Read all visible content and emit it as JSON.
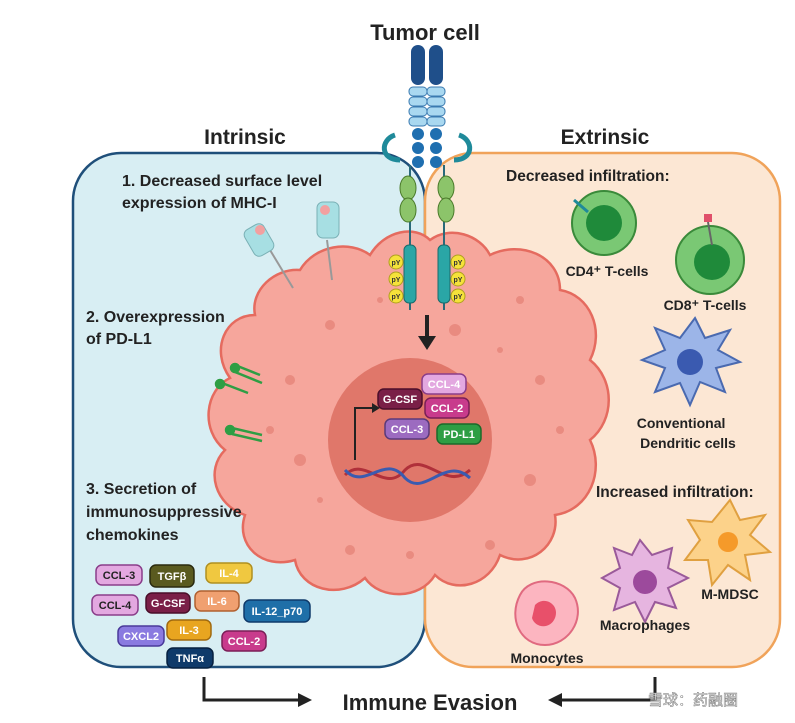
{
  "title": "Tumor cell",
  "intrinsic": {
    "header": "Intrinsic",
    "point1": [
      "1. Decreased surface level",
      "expression of MHC-I"
    ],
    "point2": [
      "2. Overexpression",
      "of PD-L1"
    ],
    "point3": [
      "3. Secretion of",
      "immunosuppressive",
      "chemokines"
    ],
    "chips": [
      "CCL-3",
      "TGFβ",
      "IL-4",
      "CCL-4",
      "G-CSF",
      "IL-6",
      "IL-12_p70",
      "CXCL2",
      "IL-3",
      "CCL-2",
      "TNFα"
    ]
  },
  "extrinsic": {
    "header": "Extrinsic",
    "decreased": "Decreased infiltration:",
    "increased": "Increased infiltration:",
    "cells": {
      "cd4": "CD4⁺ T-cells",
      "cd8": "CD8⁺ T-cells",
      "dc": [
        "Conventional",
        "Dendritic cells"
      ],
      "mmdsc": "M-MDSC",
      "macrophages": "Macrophages",
      "monocytes": "Monocytes"
    }
  },
  "nucleus": {
    "chips": [
      "CCL-4",
      "G-CSF",
      "CCL-2",
      "CCL-3",
      "PD-L1"
    ]
  },
  "phospho": "pY",
  "footer": "Immune Evasion",
  "watermark": "雪球：药融圈",
  "colors": {
    "intrinsic_fill": "#d8eef3",
    "intrinsic_stroke": "#1f4f7a",
    "extrinsic_fill": "#fce7d4",
    "extrinsic_stroke": "#f0a35a",
    "tumor_fill": "#f6a69c",
    "tumor_stroke": "#e56b5f",
    "nucleus": "#e0776a"
  }
}
